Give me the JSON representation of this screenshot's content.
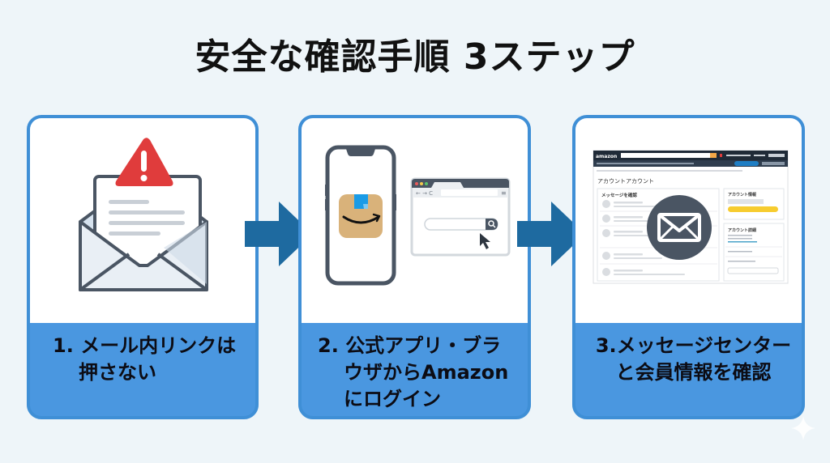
{
  "title": "安全な確認手順 3ステップ",
  "colors": {
    "background": "#eef5f9",
    "card_border": "#3f8fd6",
    "card_label_bg": "#4a97e0",
    "arrow": "#1e6aa0",
    "warning_red": "#e03c3c",
    "icon_dark": "#4a5563",
    "amazon_box": "#d9b27a",
    "amazon_tape": "#1a9be6",
    "amazon_yellow_button": "#f7cc2f"
  },
  "steps": [
    {
      "number": "1.",
      "line1": "メール内リンクは",
      "line2": "押さない",
      "illustration": "envelope-with-warning-icon"
    },
    {
      "number": "2.",
      "line1": "公式アプリ・ブラ",
      "line2": "ウザからAmazon",
      "line3": "にログイン",
      "illustration": "phone-amazon-app-and-browser-icon"
    },
    {
      "number": "3.",
      "line1": "メッセージセンター",
      "line2": "と会員情報を確認",
      "illustration": "account-page-with-mail-icon"
    }
  ],
  "mock_account_page": {
    "logo": "amazon",
    "page_heading": "アカウントアカウント",
    "messages_heading": "メッセージを確認",
    "side_box1_heading": "アカウント情報",
    "side_box2_heading": "アカウント詳細"
  }
}
